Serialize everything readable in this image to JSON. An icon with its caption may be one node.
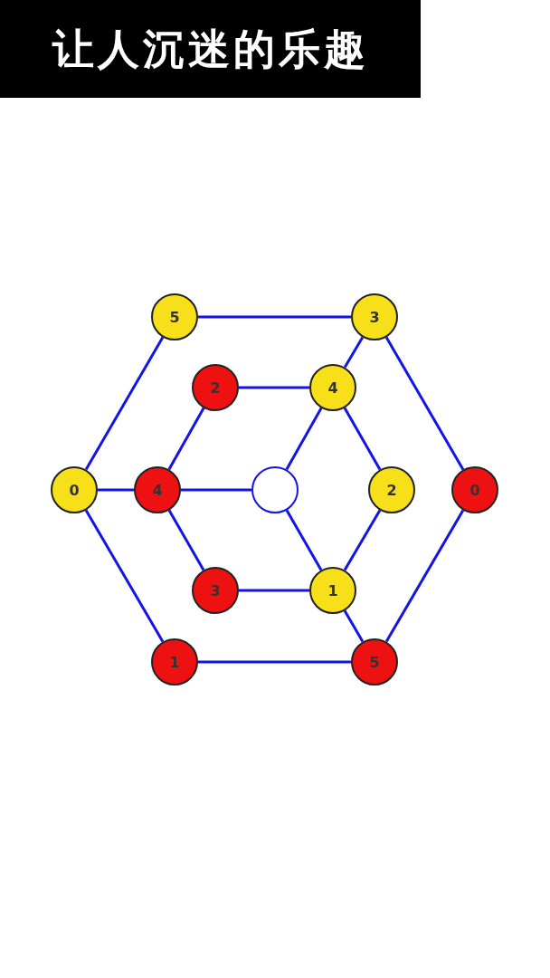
{
  "diagram": {
    "title": "让人沉迷的乐趣",
    "nodes": [
      {
        "text": [
          "5"
        ]
      },
      {
        "text": [
          "3"
        ]
      },
      {
        "text": [
          "2"
        ]
      },
      {
        "text": [
          "4"
        ]
      },
      {
        "text": [
          "0"
        ]
      },
      {
        "text": [
          "4"
        ]
      },
      {
        "text": [],
        "shape": "circle"
      },
      {
        "text": [
          "2"
        ]
      },
      {
        "text": [
          "0"
        ]
      },
      {
        "text": [
          "3"
        ]
      },
      {
        "text": [
          "1"
        ]
      },
      {
        "text": [
          "1"
        ]
      },
      {
        "text": [
          "5"
        ]
      }
    ],
    "edges": [
      {
        "from": 0,
        "to": 1,
        "arrow": "none"
      },
      {
        "from": 0,
        "to": 4,
        "arrow": "none"
      },
      {
        "from": 1,
        "to": 8,
        "arrow": "none"
      },
      {
        "from": 1,
        "to": 3,
        "arrow": "none"
      },
      {
        "from": 2,
        "to": 3,
        "arrow": "none"
      },
      {
        "from": 2,
        "to": 5,
        "arrow": "none"
      },
      {
        "from": 3,
        "to": 6,
        "arrow": "none"
      },
      {
        "from": 3,
        "to": 7,
        "arrow": "none"
      },
      {
        "from": 4,
        "to": 5,
        "arrow": "none"
      },
      {
        "from": 5,
        "to": 6,
        "arrow": "none"
      },
      {
        "from": 5,
        "to": 9,
        "arrow": "none"
      },
      {
        "from": 4,
        "to": 11,
        "arrow": "none"
      },
      {
        "from": 9,
        "to": 10,
        "arrow": "none"
      },
      {
        "from": 6,
        "to": 10,
        "arrow": "none"
      },
      {
        "from": 7,
        "to": 10,
        "arrow": "none"
      },
      {
        "from": 10,
        "to": 12,
        "arrow": "none"
      },
      {
        "from": 11,
        "to": 12,
        "arrow": "none"
      },
      {
        "from": 12,
        "to": 8,
        "arrow": "none"
      }
    ]
  }
}
